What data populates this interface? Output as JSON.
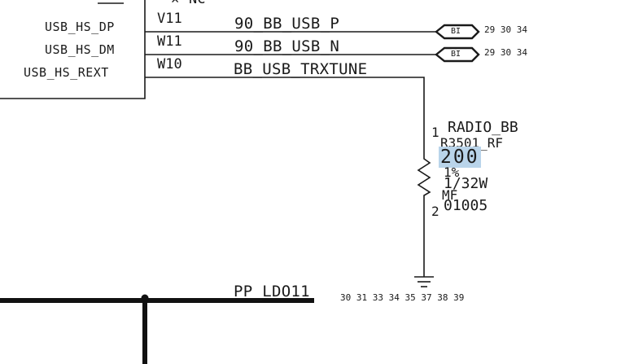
{
  "component_pins": [
    {
      "label": "USB_HS_DP",
      "ball": "V11",
      "net": "90_BB_USB_P",
      "offpage": "BI",
      "refs": "29 30 34"
    },
    {
      "label": "USB_HS_DM",
      "ball": "W11",
      "net": "90_BB_USB_N",
      "offpage": "BI",
      "refs": "29 30 34"
    },
    {
      "label": "USB_HS_REXT",
      "ball": "W10",
      "net": "BB_USB_TRXTUNE"
    }
  ],
  "top_partial": {
    "symbol": "✕",
    "label": "NC"
  },
  "resistor": {
    "group": "RADIO_BB",
    "refdes": "R3501_RF",
    "value": "200",
    "tolerance": "1%",
    "power": "1/32W",
    "type": "MF",
    "package": "01005",
    "pin1": "1",
    "pin2": "2"
  },
  "power_rail": {
    "name": "PP_LDO11",
    "refs": "30 31 33 34 35 37 38 39"
  }
}
